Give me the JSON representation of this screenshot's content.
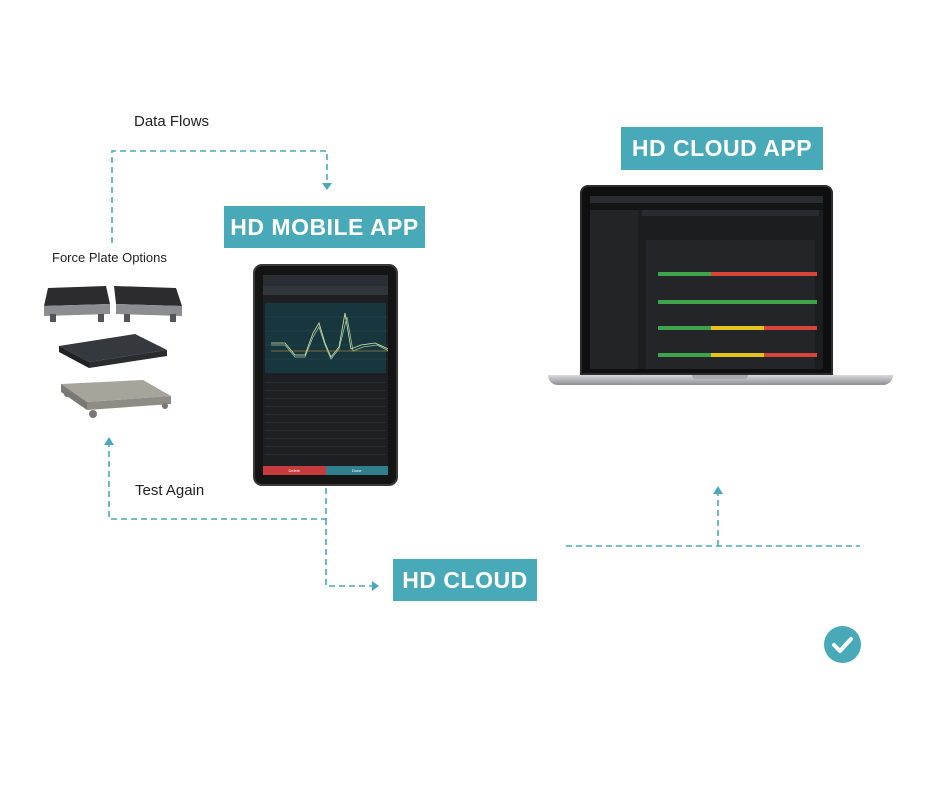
{
  "labels": {
    "data_flows": "Data Flows",
    "force_plate_options": "Force Plate Options",
    "test_again": "Test Again"
  },
  "badges": {
    "mobile_app": "HD MOBILE APP",
    "cloud_app": "HD CLOUD APP",
    "cloud": "HD CLOUD"
  },
  "tablet": {
    "delete_label": "Delete",
    "done_label": "Done"
  },
  "colors": {
    "accent": "#48aab8",
    "green": "#3fa34d",
    "red": "#d9443a",
    "yellow": "#e4c21a"
  },
  "icons": {
    "check": "check-circle-icon"
  }
}
